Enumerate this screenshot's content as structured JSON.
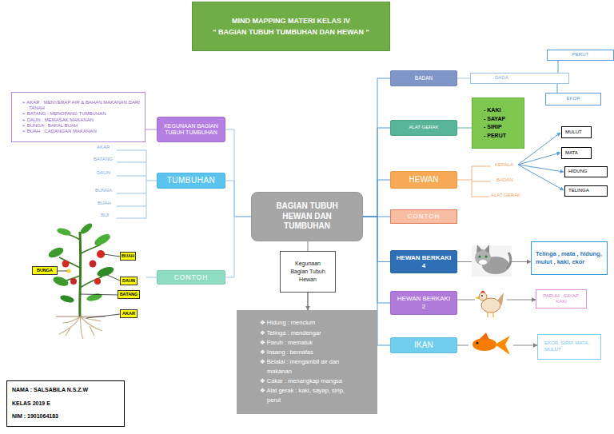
{
  "diagram": {
    "nodes": [
      {
        "text": [
          "MIND MAPPING MATERI KELAS IV",
          "“ BAGIAN TUBUH TUMBUHAN DAN HEWAN “"
        ]
      },
      {
        "text": [
          "➢ AKAR : MENYERAP AIR & BAHAN MAKANAN DARI TANAH",
          "➢ BATANG : MENOPANG TUMBUHAN",
          "➢ DAUN : MEMASAK MAKANAN",
          "➢ BUNGA : BAKAL BUAH",
          "➢ BUAH : CADANGAN MAKANAN"
        ]
      },
      {
        "text": [
          "KEGUNAAN BAGIAN TUBUH TUMBUHAN"
        ]
      },
      {
        "text": [
          "TUMBUHAN"
        ]
      },
      {
        "text": [
          "BUAH"
        ]
      },
      {
        "text": [
          "BUNGA"
        ]
      },
      {
        "text": [
          "DAUN"
        ]
      },
      {
        "text": [
          "BATANG"
        ]
      },
      {
        "text": [
          "AKAR"
        ]
      },
      {
        "text": [
          "CONTOH"
        ]
      },
      {
        "text": [
          "NAMA : SALSABILA N.S.Z.W",
          "KELAS 2019 E",
          "NIM : 1901064183"
        ]
      },
      {
        "text": [
          "BAGIAN TUBUH HEWAN DAN TUMBUHAN"
        ]
      },
      {
        "text": [
          "Kegunaan Bagian Tubuh Hewan"
        ]
      },
      {
        "text": [
          "❖ Hidung : mencium",
          "❖ Telinga : mendengar",
          "❖ Paruh : mematuk",
          "❖ Insang : bernafas",
          "❖ Belalai : mengambil air dan makanan",
          "❖ Cakar : menangkap mangsa",
          "❖ Alat gerak : kaki, sayap, sirip, perut"
        ]
      },
      {
        "text": [
          "PERUT"
        ]
      },
      {
        "text": [
          "BADAN"
        ]
      },
      {
        "text": [
          "DADA"
        ]
      },
      {
        "text": [
          "EKOR"
        ]
      },
      {
        "text": [
          "ALAT GERAK"
        ]
      },
      {
        "text": [
          "- KAKI",
          "- SAYAP",
          "- SIRIP",
          "- PERUT"
        ]
      },
      {
        "text": [
          "HEWAN"
        ]
      },
      {
        "text": [
          "MULUT"
        ]
      },
      {
        "text": [
          "MATA"
        ]
      },
      {
        "text": [
          "HIDUNG"
        ]
      },
      {
        "text": [
          "TELINGA"
        ]
      },
      {
        "text": [
          "CONTOH"
        ]
      },
      {
        "text": [
          "HEWAN BERKAKI 4"
        ]
      },
      {
        "text": [
          "Telinga , mata , hidung, mulut , kaki, ekor"
        ]
      },
      {
        "text": [
          "HEWAN BERKAKI 2"
        ]
      },
      {
        "text": [
          "PARUH , SAYAP, KAKI"
        ]
      },
      {
        "text": [
          "IKAN"
        ]
      },
      {
        "text": [
          "EKOR, SIRIP, MATA, MULUT"
        ]
      }
    ],
    "edges": [
      {
        "from": 11,
        "to": 2,
        "arrow": "none"
      },
      {
        "from": 11,
        "to": 3,
        "arrow": "none"
      },
      {
        "from": 11,
        "to": 9,
        "arrow": "none"
      },
      {
        "from": 2,
        "to": 1,
        "arrow": "none"
      },
      {
        "from": 11,
        "to": 12,
        "arrow": "none"
      },
      {
        "from": 12,
        "to": 13,
        "arrow": "to"
      },
      {
        "from": 11,
        "to": 15,
        "arrow": "none"
      },
      {
        "from": 11,
        "to": 18,
        "arrow": "none"
      },
      {
        "from": 11,
        "to": 20,
        "arrow": "none"
      },
      {
        "from": 11,
        "to": 25,
        "arrow": "none"
      },
      {
        "from": 11,
        "to": 26,
        "arrow": "none"
      },
      {
        "from": 11,
        "to": 28,
        "arrow": "none"
      },
      {
        "from": 11,
        "to": 30,
        "arrow": "none"
      },
      {
        "from": 15,
        "to": 16,
        "arrow": "none"
      },
      {
        "from": 16,
        "to": 14,
        "arrow": "none"
      },
      {
        "from": 16,
        "to": 17,
        "arrow": "none"
      },
      {
        "from": 18,
        "to": 19,
        "arrow": "none"
      },
      {
        "from": 26,
        "to": 27,
        "arrow": "to"
      },
      {
        "from": 28,
        "to": 29,
        "arrow": "to"
      },
      {
        "from": 30,
        "to": 31,
        "arrow": "to"
      }
    ],
    "labels": [
      "AKAR",
      "BATANG",
      "DAUN",
      "BUNGA",
      "BUAH",
      "BIJI",
      "KEPALA",
      "BADAN",
      "ALAT GERAK"
    ]
  }
}
